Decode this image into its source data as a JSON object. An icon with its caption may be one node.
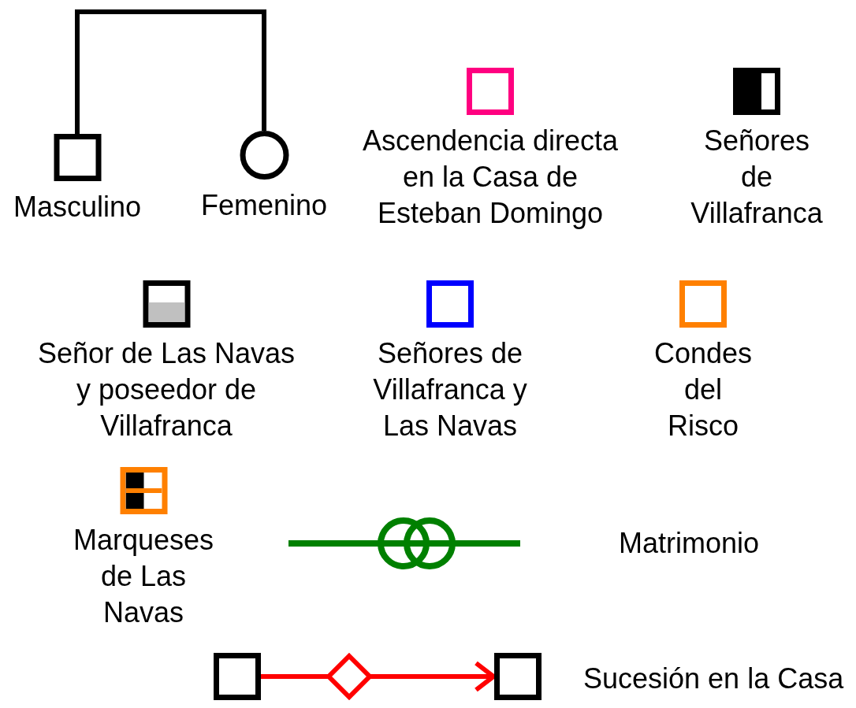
{
  "diagram": {
    "nodes": [
      {
        "text": [
          "Masculino"
        ]
      },
      {
        "text": [
          "Femenino"
        ]
      },
      {
        "text": [
          "Ascendencia directa en la Casa de Esteban Domingo"
        ]
      },
      {
        "text": [
          "Señores de Villafranca"
        ]
      },
      {
        "text": [
          "Señor de Las Navas y poseedor de Villafranca"
        ]
      },
      {
        "text": [
          "Señores de Villafranca y Las Navas"
        ]
      },
      {
        "text": [
          "Condes del Risco"
        ]
      },
      {
        "text": [
          "Marqueses de Las Navas"
        ]
      },
      {
        "text": [],
        "shape": "box"
      },
      {
        "text": [],
        "shape": "box"
      }
    ],
    "edges": [
      {
        "from": 0,
        "to": 1,
        "arrow": "none"
      },
      {
        "from": 8,
        "to": 9,
        "arrow": "to",
        "color": "#ff0000"
      }
    ],
    "labels": [
      "Matrimonio",
      "Sucesión en la Casa"
    ]
  }
}
